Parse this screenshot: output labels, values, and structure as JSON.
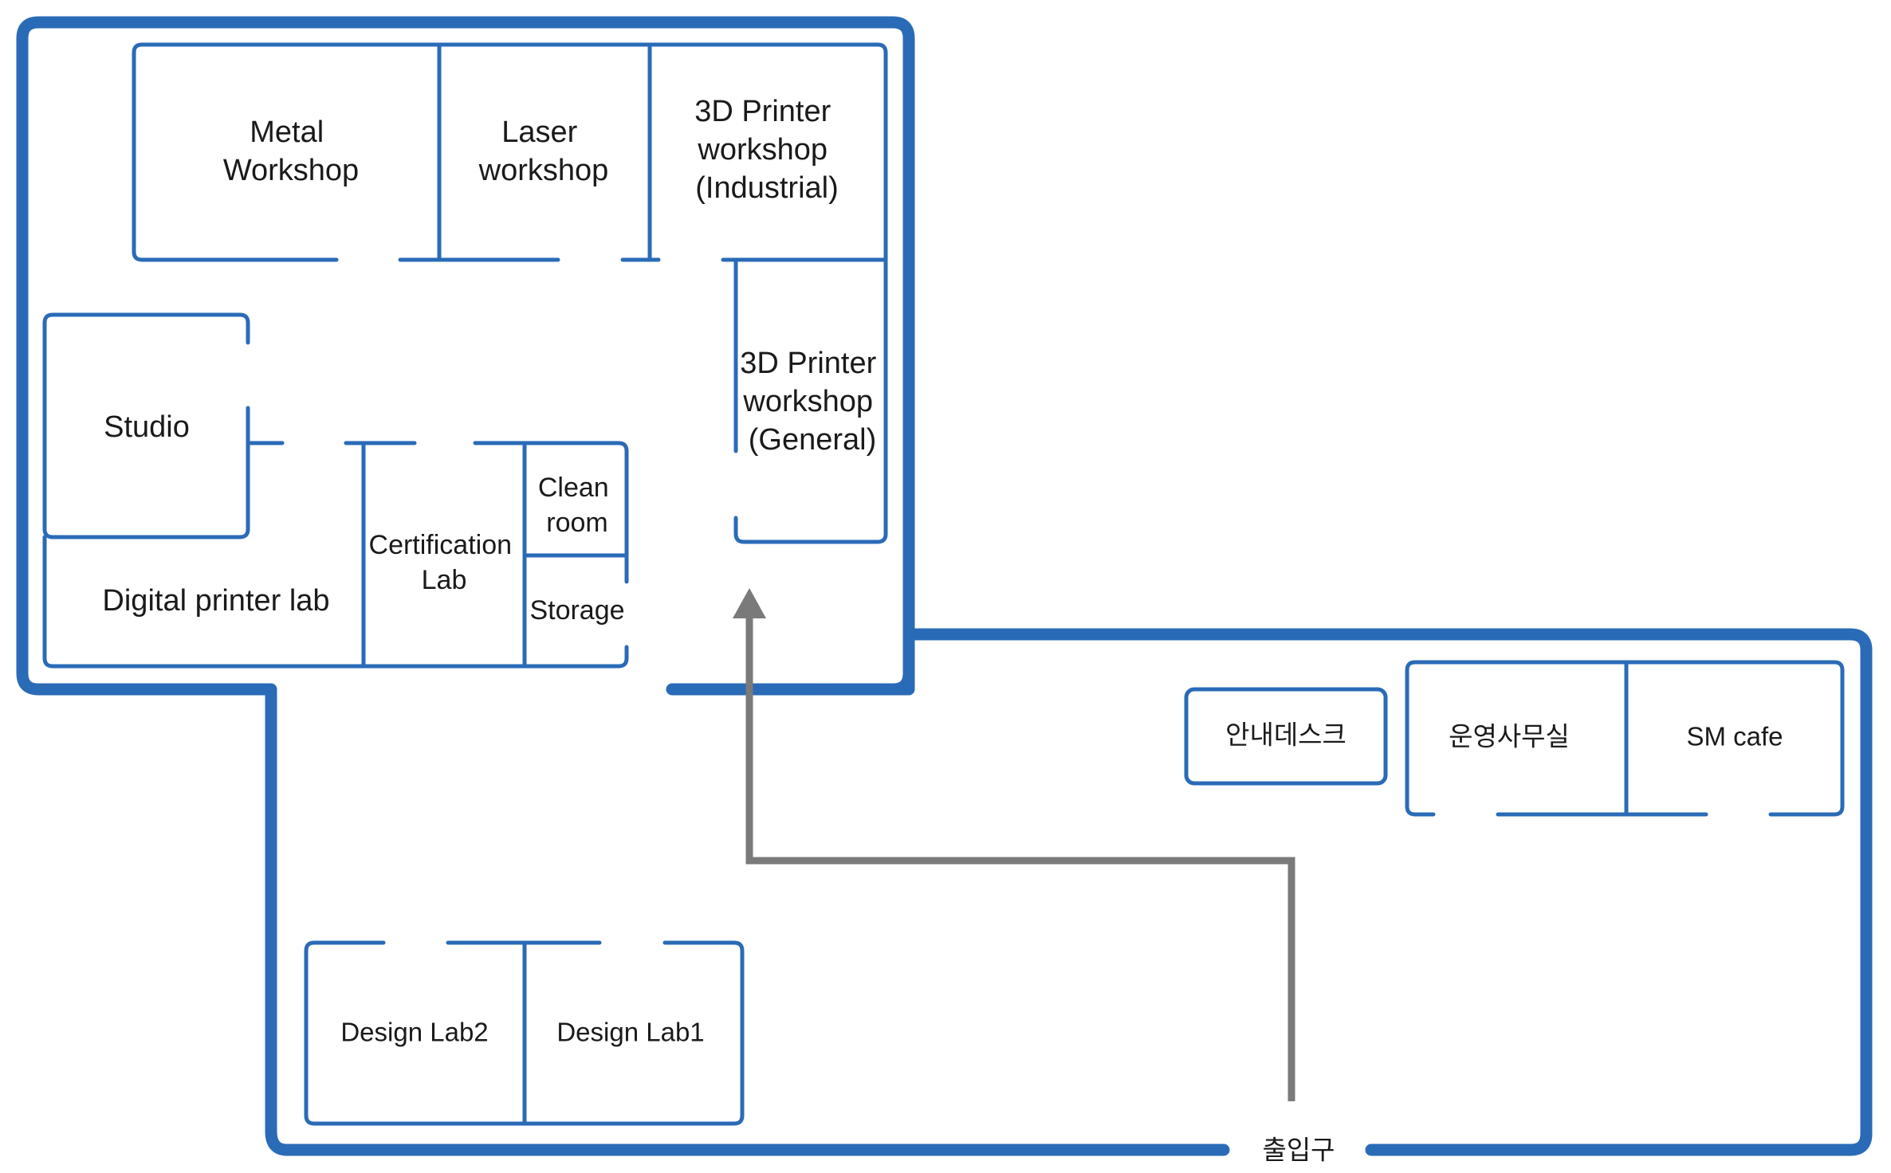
{
  "rooms": {
    "metal_workshop": [
      "Metal",
      "Workshop"
    ],
    "laser_workshop": [
      "Laser",
      "workshop"
    ],
    "printer_industrial": [
      "3D Printer",
      "workshop",
      "(Industrial)"
    ],
    "printer_general": [
      "3D Printer",
      "workshop",
      "(General)"
    ],
    "studio": "Studio",
    "digital_printer_lab": "Digital printer lab",
    "certification_lab": [
      "Certification",
      "Lab"
    ],
    "clean_room": [
      "Clean",
      "room"
    ],
    "storage": "Storage",
    "info_desk": "안내데스크",
    "operations_office": "운영사무실",
    "sm_cafe": "SM cafe",
    "design_lab2": "Design Lab2",
    "design_lab1": "Design Lab1"
  },
  "entrance": "출입구",
  "colors": {
    "wall": "#2a6bb7",
    "route": "#7a7a7a",
    "text": "#1a1a1a"
  }
}
